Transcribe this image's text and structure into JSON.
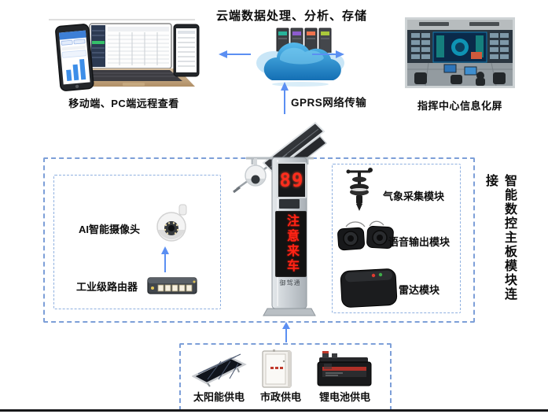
{
  "colors": {
    "arrow_blue": "#5b8ff2",
    "dash_blue": "#7d9fd8",
    "led_red": "#ff2d1d",
    "sign_black": "#121212",
    "cloud_blue": "#2a92d8"
  },
  "header": {
    "cloud_title": "云端数据处理、分析、存储",
    "devices_caption": "移动端、PC端远程查看",
    "command_caption": "指挥中心信息化屏",
    "gprs_label": "GPRS网络传输"
  },
  "pole": {
    "led_value": "89",
    "warning_text": "注意来车",
    "brand": "御驾通"
  },
  "camera_box": {
    "camera_label": "AI智能摄像头",
    "router_label": "工业级路由器"
  },
  "module_box": {
    "weather_label": "气象采集模块",
    "voice_label": "语音输出模块",
    "radar_label": "雷达模块"
  },
  "mainboard_note": "智能数控主板模块连接",
  "power": {
    "solar_label": "太阳能供电",
    "municipal_label": "市政供电",
    "battery_label": "锂电池供电"
  }
}
